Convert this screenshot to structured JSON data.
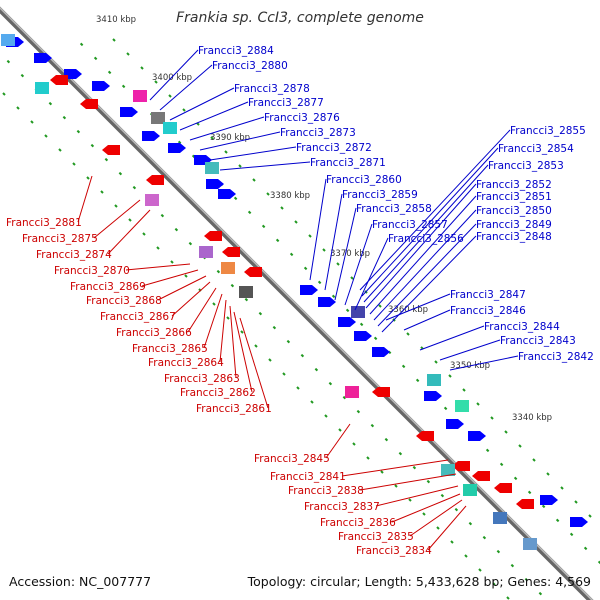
{
  "title": "Frankia sp. CcI3, complete genome",
  "accession": "Accession: NC_007777",
  "topology": "Topology: circular; Length: 5,433,628 bp; Genes: 4,569",
  "scale_labels": [
    "3410 kbp",
    "3400 kbp",
    "3390 kbp",
    "3380 kbp",
    "3370 kbp",
    "3360 kbp",
    "3350 kbp",
    "3340 kbp"
  ],
  "upper_labels": [
    "Francci3_2884",
    "Francci3_2880",
    "Francci3_2878",
    "Francci3_2877",
    "Francci3_2876",
    "Francci3_2873",
    "Francci3_2872",
    "Francci3_2871",
    "Francci3_2860",
    "Francci3_2859",
    "Francci3_2858",
    "Francci3_2857",
    "Francci3_2856",
    "Francci3_2855",
    "Francci3_2854",
    "Francci3_2853",
    "Francci3_2852",
    "Francci3_2851",
    "Francci3_2850",
    "Francci3_2849",
    "Francci3_2848",
    "Francci3_2847",
    "Francci3_2846",
    "Francci3_2844",
    "Francci3_2843",
    "Francci3_2842"
  ],
  "lower_labels": [
    "Francci3_2881",
    "Francci3_2875",
    "Francci3_2874",
    "Francci3_2870",
    "Francci3_2869",
    "Francci3_2868",
    "Francci3_2867",
    "Francci3_2866",
    "Francci3_2865",
    "Francci3_2864",
    "Francci3_2863",
    "Francci3_2862",
    "Francci3_2861",
    "Francci3_2845",
    "Francci3_2841",
    "Francci3_2838",
    "Francci3_2837",
    "Francci3_2836",
    "Francci3_2835",
    "Francci3_2834"
  ],
  "colors": {
    "forward": "#0000ff",
    "reverse": "#ee0000",
    "backbone": "#888888",
    "gc_dots": "#229922",
    "label_blue": "#0000cc",
    "label_red": "#cc0000"
  }
}
